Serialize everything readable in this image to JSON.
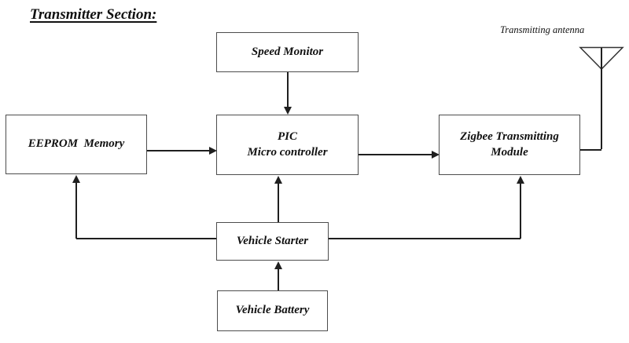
{
  "title": "Transmitter Section:",
  "nodes": {
    "speed_monitor": {
      "label": "Speed Monitor"
    },
    "eeprom": {
      "label": "EEPROM  Memory"
    },
    "pic": {
      "line1": "PIC",
      "line2": "Micro controller"
    },
    "zigbee": {
      "line1": "Zigbee Transmitting",
      "line2": "Module"
    },
    "starter": {
      "label": "Vehicle Starter"
    },
    "battery": {
      "label": "Vehicle Battery"
    }
  },
  "antenna": {
    "label": "Transmitting antenna"
  },
  "edges": [
    {
      "from": "Speed Monitor",
      "to": "PIC Micro controller",
      "arrow": "into PIC top"
    },
    {
      "from": "EEPROM Memory",
      "to": "PIC Micro controller",
      "arrow": "into PIC left"
    },
    {
      "from": "PIC Micro controller",
      "to": "Zigbee Transmitting Module",
      "arrow": "into Zigbee left"
    },
    {
      "from": "Vehicle Starter",
      "to": "PIC Micro controller",
      "arrow": "into PIC bottom"
    },
    {
      "from": "Vehicle Starter",
      "to": "EEPROM Memory",
      "arrow": "into EEPROM bottom via left elbow"
    },
    {
      "from": "Vehicle Starter",
      "to": "Zigbee Transmitting Module",
      "arrow": "into Zigbee bottom via right elbow"
    },
    {
      "from": "Vehicle Battery",
      "to": "Vehicle Starter",
      "arrow": "into Starter bottom"
    },
    {
      "from": "Zigbee Transmitting Module",
      "to": "Transmitting antenna",
      "arrow": "plain line, no head"
    }
  ],
  "colors": {
    "background": "#ffffff",
    "box_border": "#4d4d4d",
    "line": "#1f1f1f",
    "text": "#111111"
  }
}
